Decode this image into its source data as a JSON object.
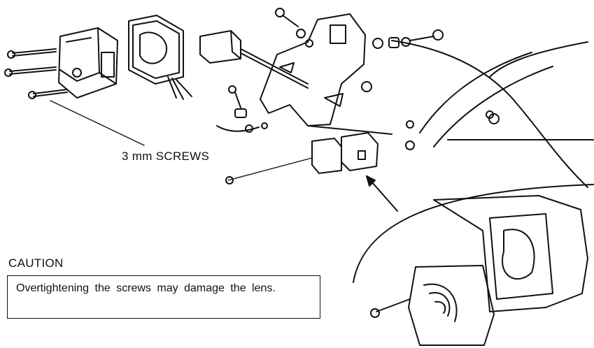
{
  "labels": {
    "screws": "3 mm SCREWS"
  },
  "caution": {
    "title": "CAUTION",
    "text": "Overtightening the screws may damage the lens."
  },
  "colors": {
    "ink": "#111111",
    "paper": "#ffffff"
  }
}
